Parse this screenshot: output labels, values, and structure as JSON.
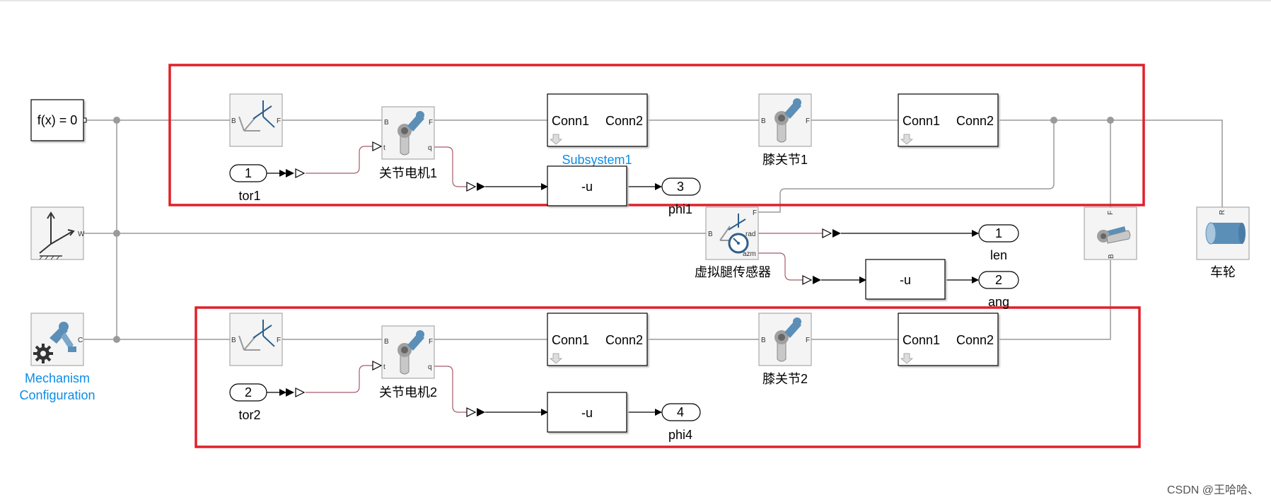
{
  "diagram": {
    "fx_block_label": "f(x) = 0",
    "world_port": "W",
    "mechanism_port": "C",
    "mechanism_label_line1": "Mechanism",
    "mechanism_label_line2": "Configuration",
    "port_b": "B",
    "port_f": "F",
    "port_t": "t",
    "port_q": "q",
    "port_r": "R",
    "port_rad": "rad",
    "port_azm": "azm",
    "conn1": "Conn1",
    "conn2": "Conn2",
    "subsystem1_label": "Subsystem1",
    "motor1_label": "关节电机1",
    "motor2_label": "关节电机2",
    "knee1_label": "膝关节1",
    "knee2_label": "膝关节2",
    "sensor_label": "虚拟腿传感器",
    "wheel_label": "车轮",
    "gain_label": "-u",
    "in1_num": "1",
    "in1_label": "tor1",
    "in2_num": "2",
    "in2_label": "tor2",
    "out3_num": "3",
    "out3_label": "phi1",
    "out4_num": "4",
    "out4_label": "phi4",
    "out1_num": "1",
    "out1_label": "len",
    "out2_num": "2",
    "out2_label": "ang",
    "watermark": "CSDN @王哈哈、"
  },
  "colors": {
    "highlight_box": "#e0202a",
    "physical_line": "#9a9a9a",
    "signal_line": "#000000",
    "physical_signal_line": "#a85a6a",
    "link_label": "#0b8de6",
    "joint_blue": "#5b8fb8"
  }
}
